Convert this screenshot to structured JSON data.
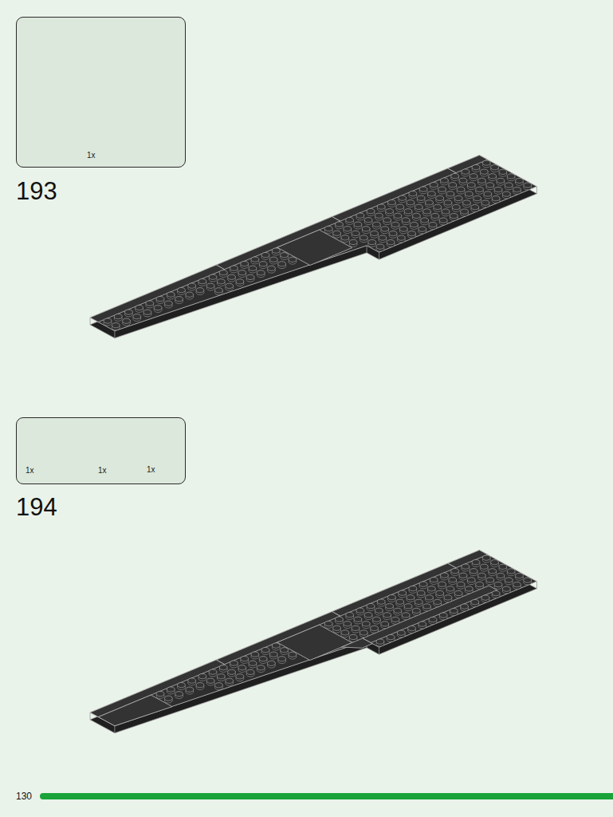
{
  "diagram": {
    "nodes": [
      {
        "text": [
          "1x"
        ]
      },
      {
        "text": [
          "1x",
          "1x",
          "1x"
        ]
      }
    ],
    "labels": [
      "193",
      "194",
      "130"
    ]
  }
}
